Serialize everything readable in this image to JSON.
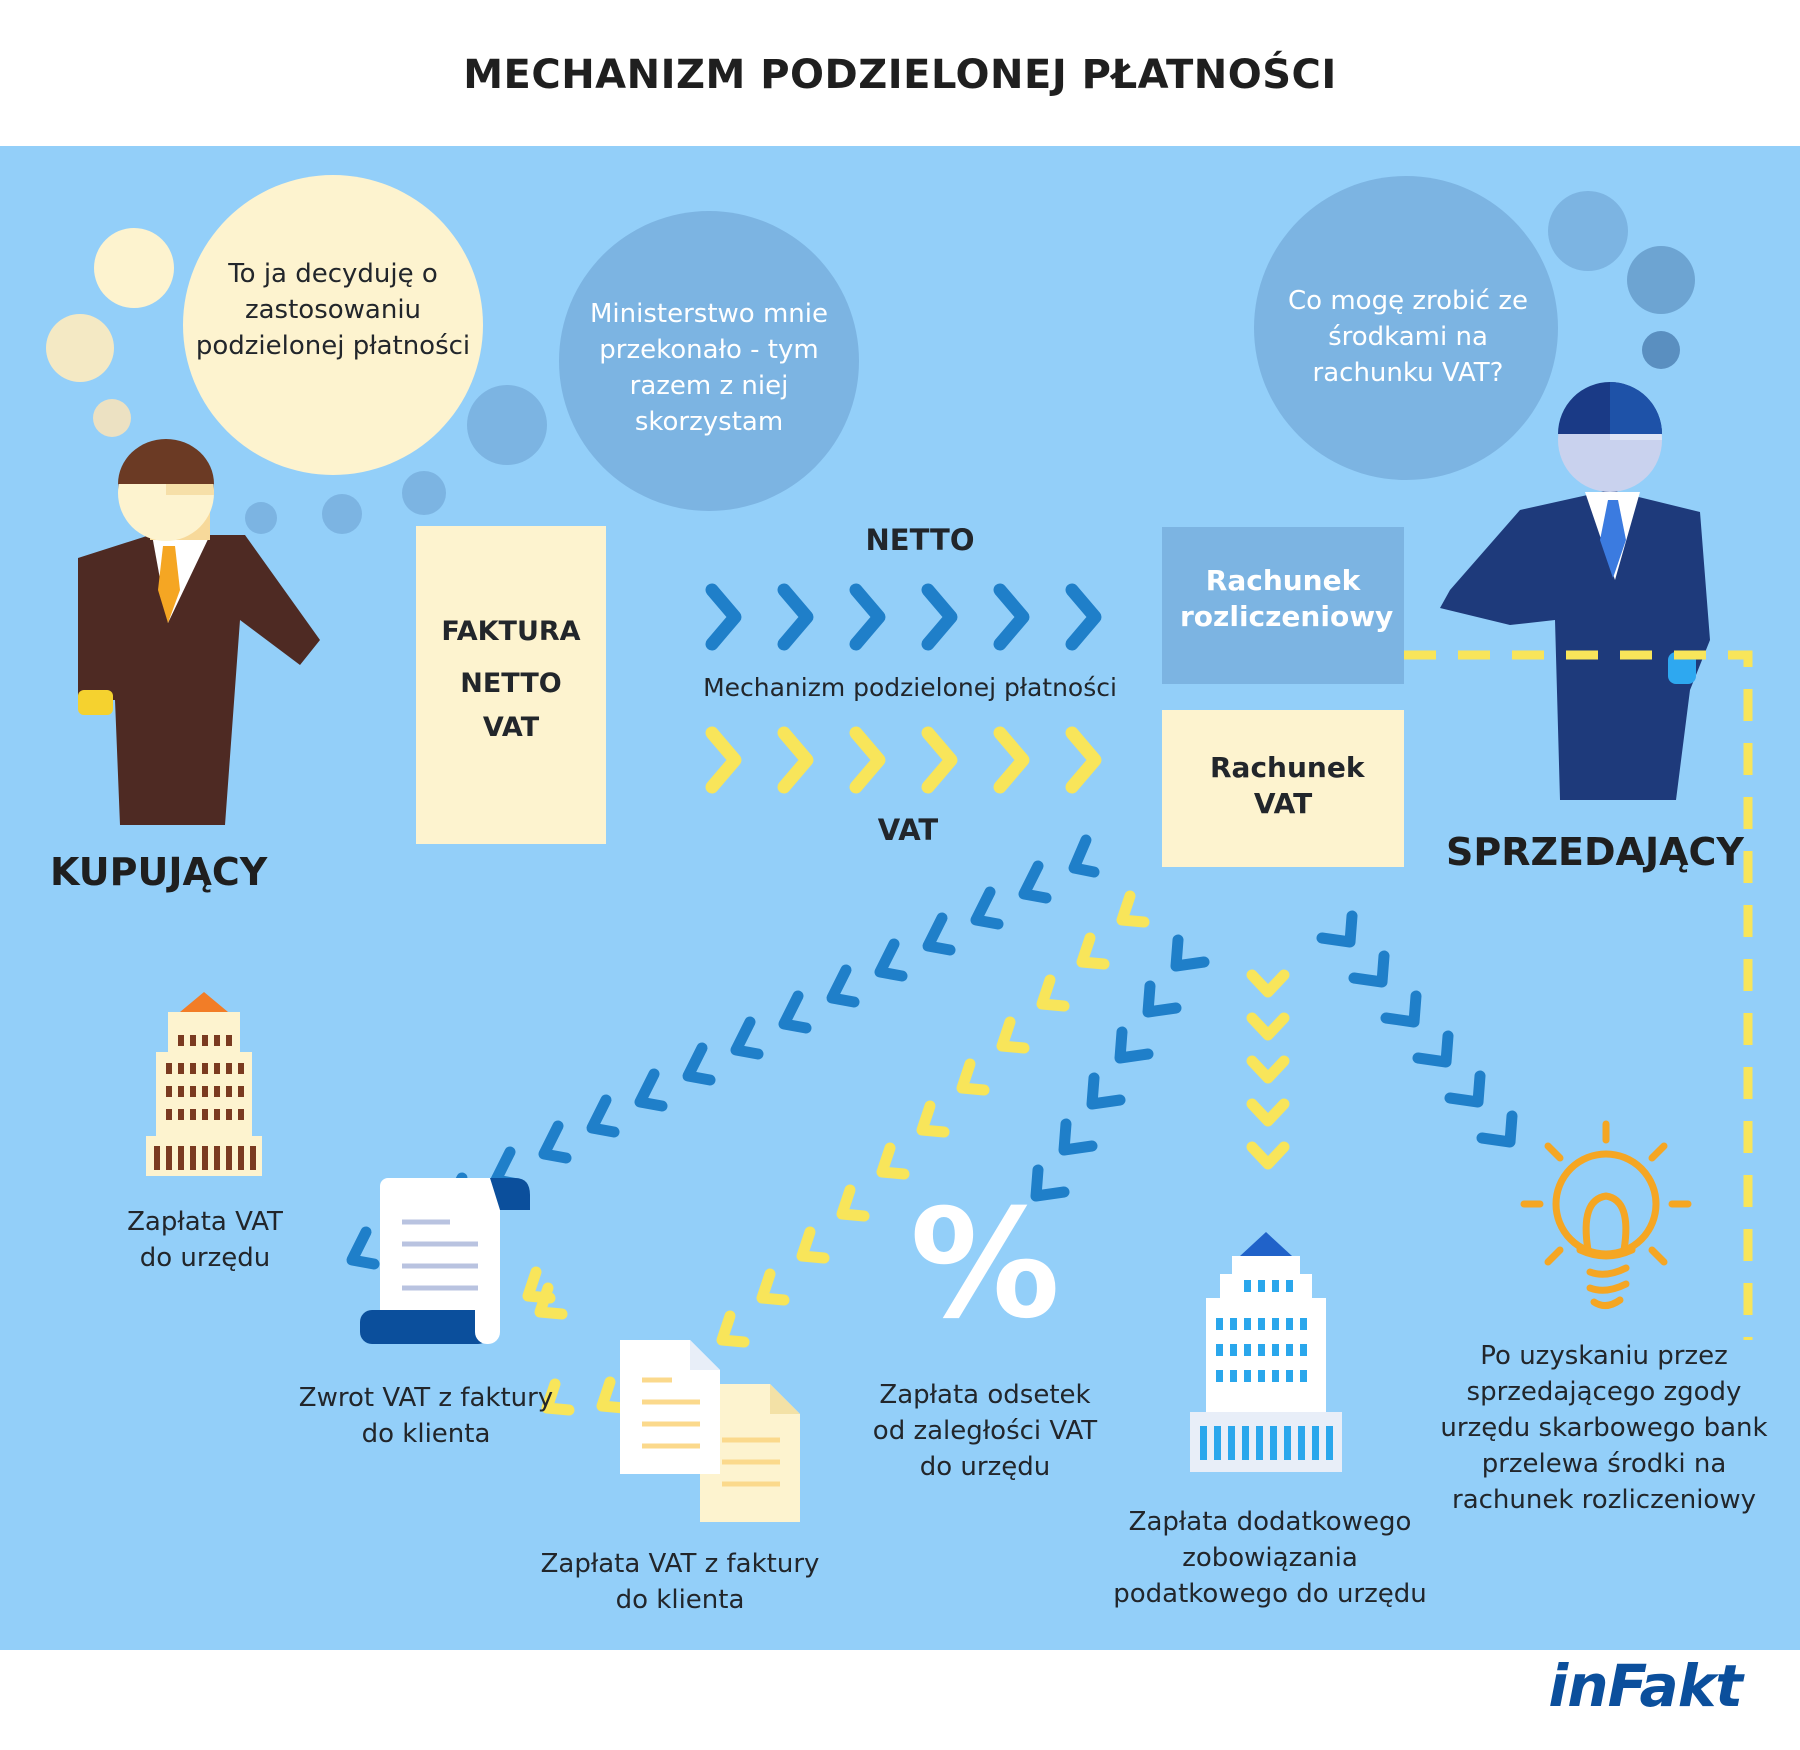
{
  "title": "MECHANIZM PODZIELONEJ PŁATNOŚCI",
  "buyer": {
    "label": "KUPUJĄCY",
    "thought": "To ja decyduję o zastosowaniu podzielonej płatności"
  },
  "ministry_thought": "Ministerstwo mnie przekonało - tym razem z niej skorzystam",
  "seller": {
    "label": "SPRZEDAJĄCY",
    "thought": "Co mogę zrobić ze środkami na rachunku VAT?"
  },
  "invoice": {
    "line1": "FAKTURA",
    "line2": "NETTO",
    "line3": "VAT"
  },
  "flow": {
    "netto_label": "NETTO",
    "mechanism_label": "Mechanizm podzielonej płatności",
    "vat_label": "VAT"
  },
  "accounts": {
    "settlement": "Rachunek rozliczeniowy",
    "vat": "Rachunek VAT"
  },
  "uses": [
    "Zapłata VAT do urzędu",
    "Zwrot VAT z faktury do klienta",
    "Zapłata VAT z faktury do klienta",
    "Zapłata odsetek od zaległości VAT do urzędu",
    "Zapłata dodatkowego zobowiązania podatkowego do urzędu",
    "Po uzyskaniu przez sprzedającego zgody urzędu skarbowego bank przelewa środki na rachunek rozliczeniowy"
  ],
  "percent_symbol": "%",
  "logo": "inFakt",
  "colors": {
    "background": "#93cff9",
    "dark_blue": "#1f7fc9",
    "yellow": "#f8e55a",
    "cream": "#fdf3cf",
    "settlement_box": "#7cb4e2",
    "logo": "#0b4f9c"
  }
}
